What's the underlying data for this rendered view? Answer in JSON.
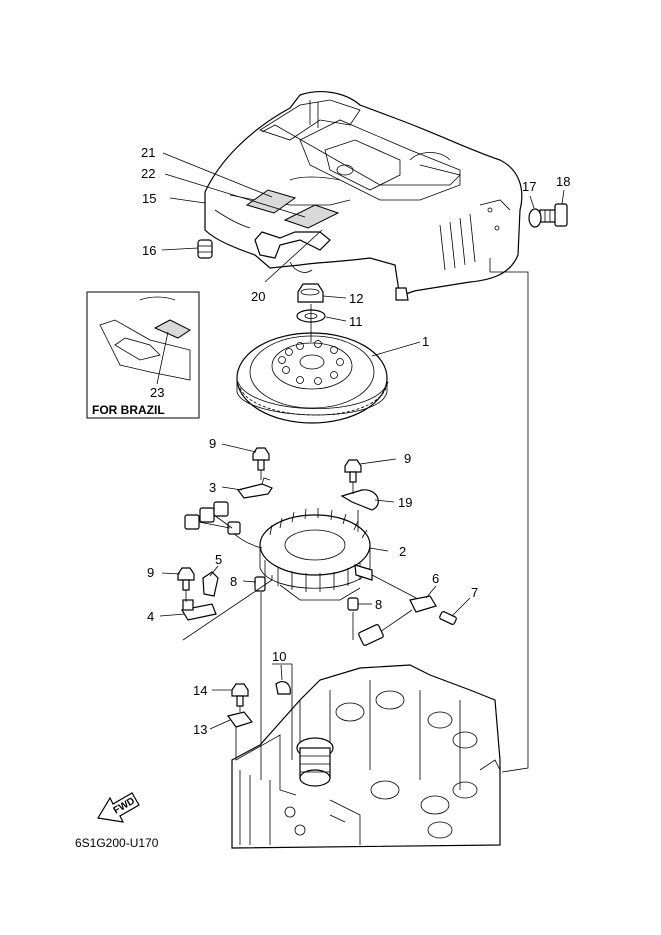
{
  "diagram": {
    "code": "6S1G200-U170",
    "inset_title": "FOR BRAZIL",
    "direction_marker": "FWD",
    "part_labels": [
      {
        "id": "p1",
        "text": "1"
      },
      {
        "id": "p2",
        "text": "2"
      },
      {
        "id": "p3",
        "text": "3"
      },
      {
        "id": "p4",
        "text": "4"
      },
      {
        "id": "p5",
        "text": "5"
      },
      {
        "id": "p6",
        "text": "6"
      },
      {
        "id": "p7",
        "text": "7"
      },
      {
        "id": "p8a",
        "text": "8"
      },
      {
        "id": "p8b",
        "text": "8"
      },
      {
        "id": "p9a",
        "text": "9"
      },
      {
        "id": "p9b",
        "text": "9"
      },
      {
        "id": "p9c",
        "text": "9"
      },
      {
        "id": "p10",
        "text": "10"
      },
      {
        "id": "p11",
        "text": "11"
      },
      {
        "id": "p12",
        "text": "12"
      },
      {
        "id": "p13",
        "text": "13"
      },
      {
        "id": "p14",
        "text": "14"
      },
      {
        "id": "p15",
        "text": "15"
      },
      {
        "id": "p16",
        "text": "16"
      },
      {
        "id": "p17",
        "text": "17"
      },
      {
        "id": "p18",
        "text": "18"
      },
      {
        "id": "p19",
        "text": "19"
      },
      {
        "id": "p20",
        "text": "20"
      },
      {
        "id": "p21",
        "text": "21"
      },
      {
        "id": "p22",
        "text": "22"
      },
      {
        "id": "p23",
        "text": "23"
      }
    ]
  }
}
